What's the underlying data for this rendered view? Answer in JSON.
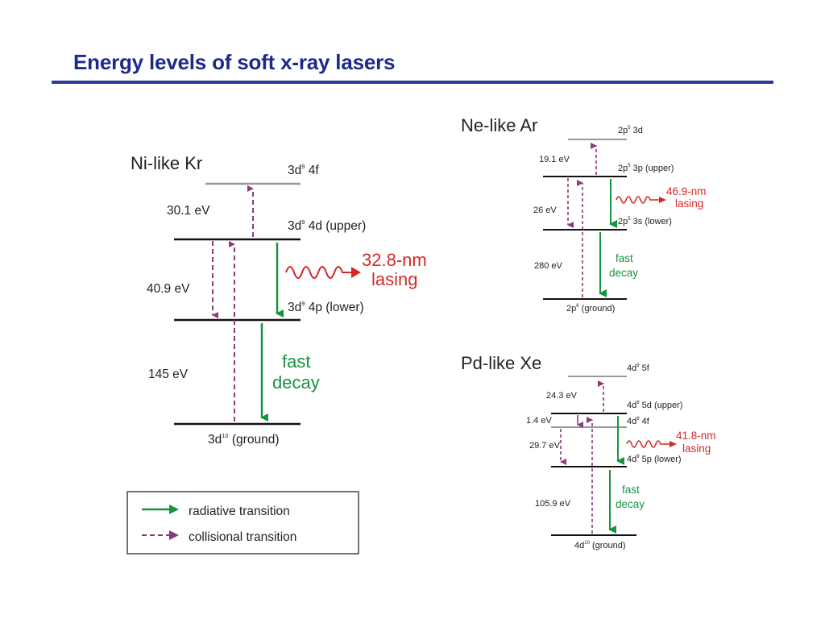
{
  "title": "Energy levels of soft x-ray lasers",
  "colors": {
    "title": "#1c2a8c",
    "radiative": "#169441",
    "collisional": "#8c3a7a",
    "lasing": "#d22a25",
    "level": "#111111",
    "upper_level": "#999999"
  },
  "kr": {
    "name": "Ni-like Kr",
    "lvl_top_a": "3d",
    "lvl_top_sup": "9",
    "lvl_top_b": " 4f",
    "lvl_upper_a": "3d",
    "lvl_upper_sup": "9",
    "lvl_upper_b": " 4d (upper)",
    "lvl_lower_a": "3d",
    "lvl_lower_sup": "9",
    "lvl_lower_b": " 4p (lower)",
    "lvl_ground_a": "3d",
    "lvl_ground_sup": "10",
    "lvl_ground_b": " (ground)",
    "e1": "30.1 eV",
    "e2": "40.9 eV",
    "e3": "145 eV",
    "lasing_1": "32.8-nm",
    "lasing_2": "lasing",
    "decay_1": "fast",
    "decay_2": "decay"
  },
  "ar": {
    "name": "Ne-like Ar",
    "lvl_top_a": "2p",
    "lvl_top_sup": "5",
    "lvl_top_b": " 3d",
    "lvl_upper_a": "2p",
    "lvl_upper_sup": "5",
    "lvl_upper_b": " 3p (upper)",
    "lvl_lower_a": "2p",
    "lvl_lower_sup": "5",
    "lvl_lower_b": " 3s (lower)",
    "lvl_ground_a": "2p",
    "lvl_ground_sup": "6",
    "lvl_ground_b": " (ground)",
    "e1": "19.1 eV",
    "e2": "26 eV",
    "e3": "280 eV",
    "lasing_1": "46.9-nm",
    "lasing_2": "lasing",
    "decay_1": "fast",
    "decay_2": "decay"
  },
  "xe": {
    "name": "Pd-like Xe",
    "lvl_top_a": "4d",
    "lvl_top_sup": "9",
    "lvl_top_b": " 5f",
    "lvl_upper_a": "4d",
    "lvl_upper_sup": "9",
    "lvl_upper_b": " 5d (upper)",
    "lvl_4f_a": "4d",
    "lvl_4f_sup": "9",
    "lvl_4f_b": " 4f",
    "lvl_lower_a": "4d",
    "lvl_lower_sup": "9",
    "lvl_lower_b": " 5p (lower)",
    "lvl_ground_a": "4d",
    "lvl_ground_sup": "10",
    "lvl_ground_b": " (ground)",
    "e1": "24.3 eV",
    "e2": "1.4 eV",
    "e3": "29.7 eV",
    "e4": "105.9 eV",
    "lasing_1": "41.8-nm",
    "lasing_2": "lasing",
    "decay_1": "fast",
    "decay_2": "decay"
  },
  "legend": {
    "radiative": "radiative transition",
    "collisional": "collisional transition"
  }
}
